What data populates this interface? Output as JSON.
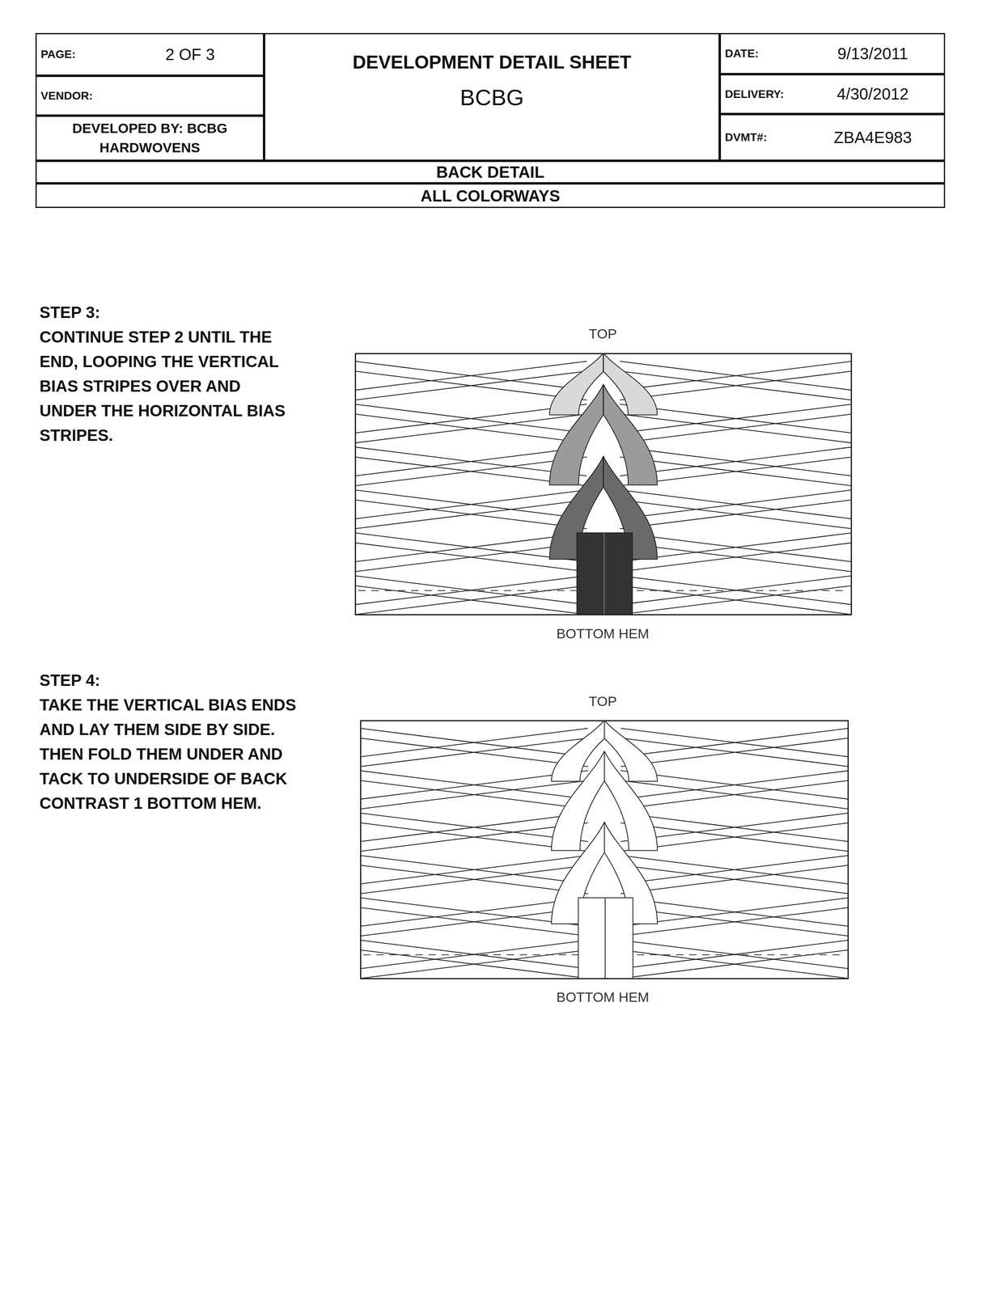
{
  "diagram": {
    "nodes": [
      {
        "text": [
          "PAGE:",
          "2 OF 3"
        ]
      },
      {
        "text": [
          "VENDOR:"
        ]
      },
      {
        "text": [
          "DEVELOPED BY: BCBG HARDWOVENS"
        ]
      },
      {
        "text": [
          "DEVELOPMENT DETAIL SHEET",
          "BCBG"
        ]
      },
      {
        "text": [
          "DATE:",
          "9/13/2011"
        ]
      },
      {
        "text": [
          "DELIVERY:",
          "4/30/2012"
        ]
      },
      {
        "text": [
          "DVMT#:",
          "ZBA4E983"
        ]
      },
      {
        "text": [
          "BACK DETAIL"
        ]
      },
      {
        "text": [
          "ALL COLORWAYS"
        ]
      }
    ],
    "labels": [
      "STEP 3:",
      "CONTINUE STEP 2 UNTIL THE END, LOOPING THE VERTICAL BIAS STRIPES OVER AND UNDER THE HORIZONTAL BIAS STRIPES.",
      "TOP",
      "BOTTOM HEM",
      "STEP 4:",
      "TAKE THE VERTICAL BIAS ENDS AND LAY THEM SIDE BY SIDE. THEN FOLD THEM UNDER AND TACK TO UNDERSIDE OF BACK CONTRAST 1 BOTTOM HEM.",
      "TOP",
      "BOTTOM HEM"
    ]
  }
}
